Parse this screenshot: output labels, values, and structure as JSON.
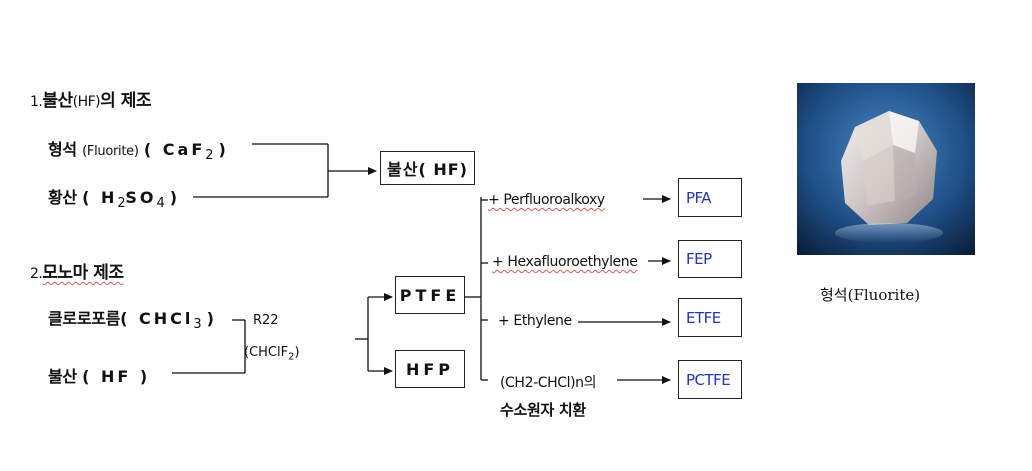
{
  "section1": {
    "num": "1.",
    "title_bold": "불산",
    "title_paren": "(HF)",
    "title_rest": "의 제조",
    "fluorite_ko": "형석",
    "fluorite_en": "(Fluorite)",
    "fluorite_formula": "( CaF",
    "fluorite_sub": "2",
    "fluorite_close": " )",
    "sulfuric_ko": "황산",
    "sulfuric_formula": "( H",
    "sulfuric_sub1": "2",
    "sulfuric_mid": "SO",
    "sulfuric_sub2": "4",
    "sulfuric_close": " )",
    "hf_box": "불산( HF)"
  },
  "section2": {
    "num": "2.",
    "title": "모노마 제조",
    "chloroform_ko": "클로로포름",
    "chloroform_formula": "( CHCl",
    "chloroform_sub": "3",
    "chloroform_close": " )",
    "hf_ko": "불산",
    "hf_formula": "( HF )",
    "r22": "R22",
    "chclf2_main": "(CHClF",
    "chclf2_sub": "2",
    "chclf2_close": ")",
    "ptfe_box": "PTFE",
    "hfp_box": "HFP"
  },
  "branches": {
    "b1": "+ Perfluoroalkoxy",
    "b2": "+ Hexafluoroethylene",
    "b3": "+ Ethylene",
    "b4_line1": "(CH2-CHCl)n의",
    "b4_line2": "수소원자 치환"
  },
  "outputs": [
    "PFA",
    "FEP",
    "ETFE",
    "PCTFE"
  ],
  "image_caption": "형석(Fluorite)",
  "colors": {
    "output_text": "#2233c8",
    "box_border": "#222222",
    "photo_bg": "#1e4f86"
  }
}
